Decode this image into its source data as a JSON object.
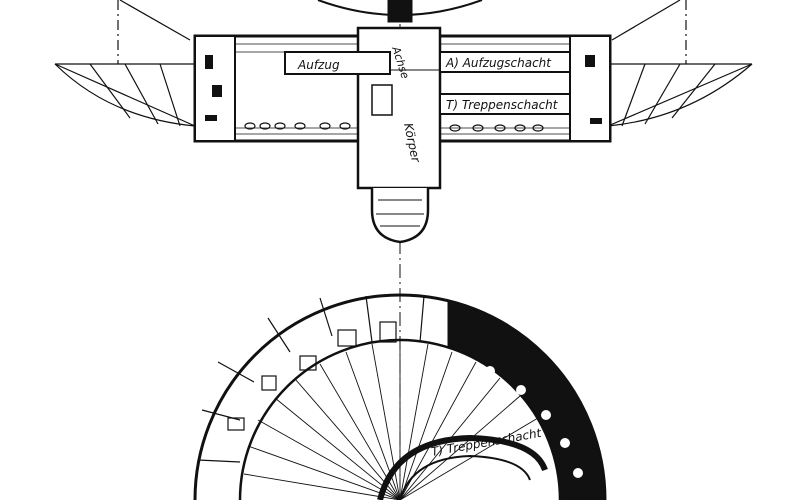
{
  "labels": {
    "aufzug": "Aufzug",
    "achse": "Achse",
    "aufzugschacht": "A) Aufzugschacht",
    "treppenschacht_top": "T) Treppenschacht",
    "koerper": "Körper",
    "treppenschacht_bottom": "T) Treppenschacht"
  },
  "colors": {
    "ink": "#111111",
    "paper": "#ffffff"
  }
}
